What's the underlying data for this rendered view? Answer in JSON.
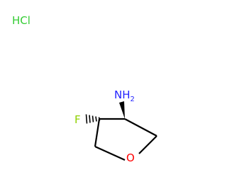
{
  "molecule": {
    "salt_label": "HCl",
    "amine_label": "N",
    "amine_subscript_label": "H",
    "amine_subscript_digit": "2",
    "fluorine_label": "F",
    "oxygen_label": "O"
  },
  "colors": {
    "hcl": "#33cc33",
    "fluorine": "#8fd000",
    "nitrogen": "#2222ff",
    "oxygen": "#ff0000",
    "bond": "#000000"
  }
}
